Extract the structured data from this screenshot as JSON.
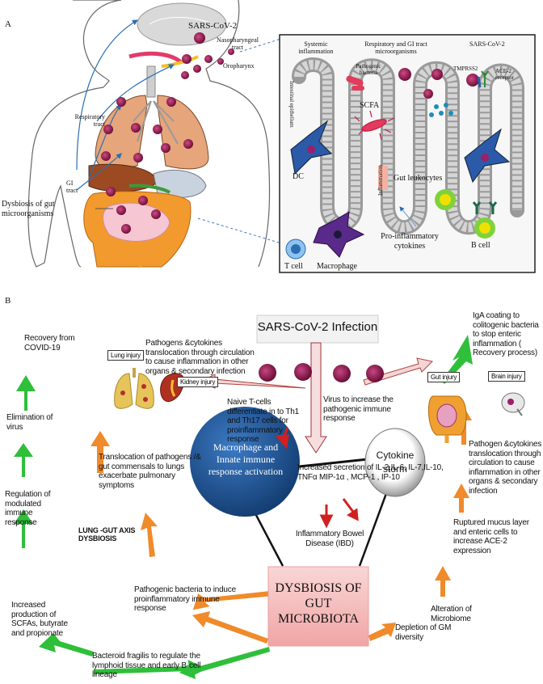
{
  "panelA": {
    "label": "A",
    "sars": "SARS-CoV-2",
    "naso": "Nasopharyngeal tract",
    "oro": "Oropharynx",
    "resp": "Respiratory tract",
    "gi": "GI tract",
    "dysbiosis": "Dysbiosis of gut microorganisms",
    "inset": {
      "systemic": "Systemic inflammation",
      "respgi": "Respiratory and GI tract microorganisms",
      "sars": "SARS-CoV-2",
      "pathogenic": "Pathogenic bacteria",
      "tmprss": "TMPRSS2",
      "ace": "ACE-2 receptor",
      "epithelium": "Intestinal epithelium",
      "scfa": "SCFA",
      "inflammation": "Inflammation",
      "dc": "DC",
      "gutleuk": "Gut leukocytes",
      "tcell": "T cell",
      "macrophage": "Macrophage",
      "proinfl": "Pro-inflammatory cytokines",
      "bcell": "B cell"
    }
  },
  "panelB": {
    "label": "B",
    "title": "SARS-CoV-2 Infection",
    "recovery": "Recovery from COVID-19",
    "pathogens_left": "Pathogens &cytokines translocation through circulation to cause inflammation in other organs & secondary infection",
    "lung_injury": "Lung injury",
    "kidney_injury": "Kidney injury",
    "virus_increase": "Virus to increase the pathogenic immune response",
    "iga": "IgA coating to colitogenic bacteria to stop enteric inflammation ( Recovery process)",
    "gut_injury": "Gut injury",
    "brain_injury": "Brain injury",
    "elimination": "Elimination of virus",
    "naive": "Naive T-cells differentiate in to Th1 and Th17 cells for proinflammatory response",
    "pathogens_right": "Pathogen &cytokines translocation through circulation to cause inflammation in other organs & secondary infection",
    "translocation": "Translocation of pathogens /& gut commensals to lungs exacerbate pulmonary symptoms",
    "increased_secretion": "Increased secretion of IL-2,IL-6, IL-7,IL-10, TNFα MIP-1α , MCP-1 , IP-10",
    "regulation": "Regulation of modulated immune response",
    "macrophage": "Macrophage and Innate immune response activation",
    "cytokine_storm": "Cytokine storm",
    "lung_gut": "LUNG -GUT AXIS DYSBIOSIS",
    "ibd": "Inflammatory Bowel Disease (IBD)",
    "ruptured": "Ruptured mucus layer and enteric cells to increase ACE-2 expression",
    "scfa_prod": "Increased production of SCFAs, butyrate and propionate",
    "pathogenic_bact": "Pathogenic bacteria to induce proinflammatory immune response",
    "alteration": "Alteration of Microbiome",
    "dysbiosis": "DYSBIOSIS OF GUT MICROBIOTA",
    "depletion": "Depletion of GM diversity",
    "bacteroid": "Bacteroid fragilis to regulate the lymphoid tissue and early B-cell lineage"
  },
  "colors": {
    "green_arrow": "#2fbf3a",
    "orange_arrow": "#f08a2a",
    "red_arrow": "#d22020",
    "macrophage_circle": "#1f5a9c",
    "dysbiosis_box": "#f3b8b8",
    "virus": "#8e1a4a"
  }
}
